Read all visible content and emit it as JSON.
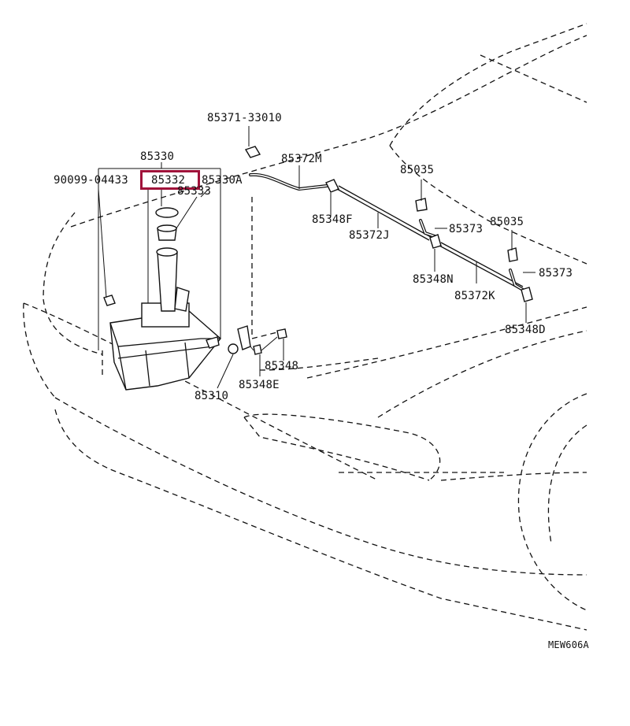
{
  "diagram": {
    "labels": {
      "p85371_33010": "85371-33010",
      "p85330": "85330",
      "p90099_04433": "90099-04433",
      "p85332": "85332",
      "p85333": "85333",
      "p85330A": "85330A",
      "p85372M": "85372M",
      "p85348F": "85348F",
      "p85372J": "85372J",
      "p85035_a": "85035",
      "p85373_a": "85373",
      "p85035_b": "85035",
      "p85348N": "85348N",
      "p85373_b": "85373",
      "p85372K": "85372K",
      "p85348D": "85348D",
      "p85348": "85348",
      "p85348E": "85348E",
      "p85310": "85310",
      "ref_code": "MEW606A"
    },
    "highlight_color": "#a0123a",
    "highlighted_part": "85332"
  }
}
